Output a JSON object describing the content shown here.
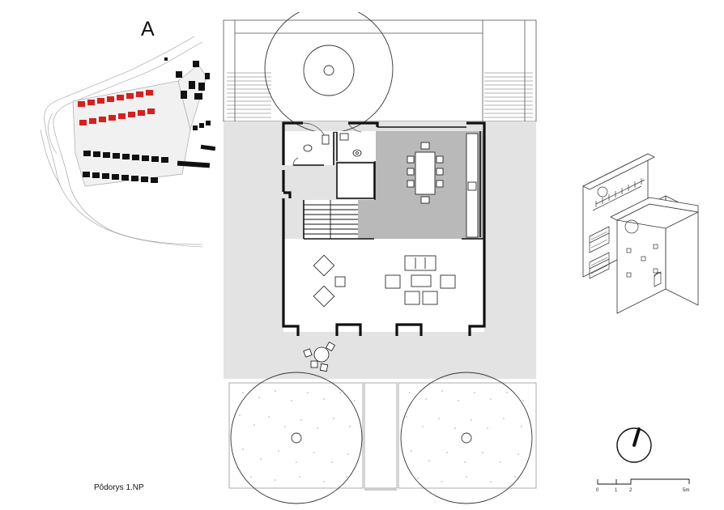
{
  "site_plan": {
    "letter": "A"
  },
  "caption": "Pôdorys 1.NP",
  "scale_bar": {
    "labels": [
      "0",
      "1",
      "2",
      "5m"
    ]
  },
  "colors": {
    "highlight": "#d81f1f",
    "wall": "#111111",
    "ground": "#e3e3e3",
    "kitchen_floor": "#b9b9b9",
    "line": "#555555"
  }
}
